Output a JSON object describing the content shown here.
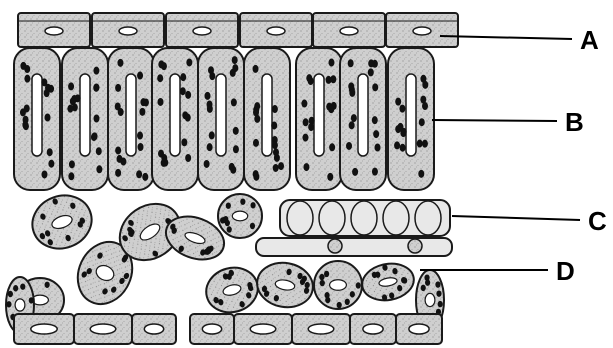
{
  "labels": {
    "a": "A",
    "b": "B",
    "c": "C",
    "d": "D"
  },
  "colors": {
    "cell_fill": "#c9c9c9",
    "cell_stroke": "#1a1a1a",
    "vacuole": "#ffffff",
    "chloroplast": "#111111",
    "background": "#ffffff"
  }
}
